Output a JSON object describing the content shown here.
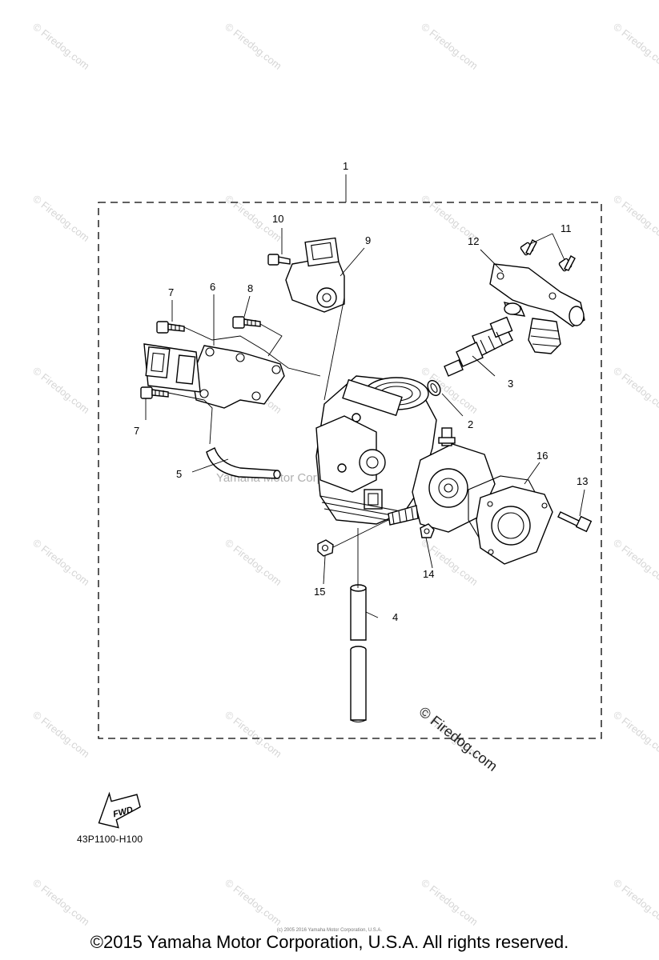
{
  "diagram": {
    "callouts": [
      "1",
      "2",
      "3",
      "4",
      "5",
      "6",
      "7",
      "7",
      "8",
      "9",
      "10",
      "11",
      "12",
      "13",
      "14",
      "15",
      "16"
    ],
    "fwd_label": "FWD",
    "diagram_code": "43P1100-H100",
    "ghost_watermark": "Yamaha Motor Corp., U.S.A.",
    "center_watermark": "© Firedog.com",
    "watermark_text": "© Firedog.com"
  },
  "footer": {
    "tiny_credit": "(c) 2005 2016 Yamaha Motor Corporation, U.S.A.",
    "copyright": "©2015 Yamaha Motor Corporation, U.S.A. All rights reserved."
  },
  "icons": [
    "fwd-arrow-icon"
  ],
  "colors": {
    "line": "#000000",
    "watermark": "#d6d6d6",
    "background": "#ffffff"
  }
}
